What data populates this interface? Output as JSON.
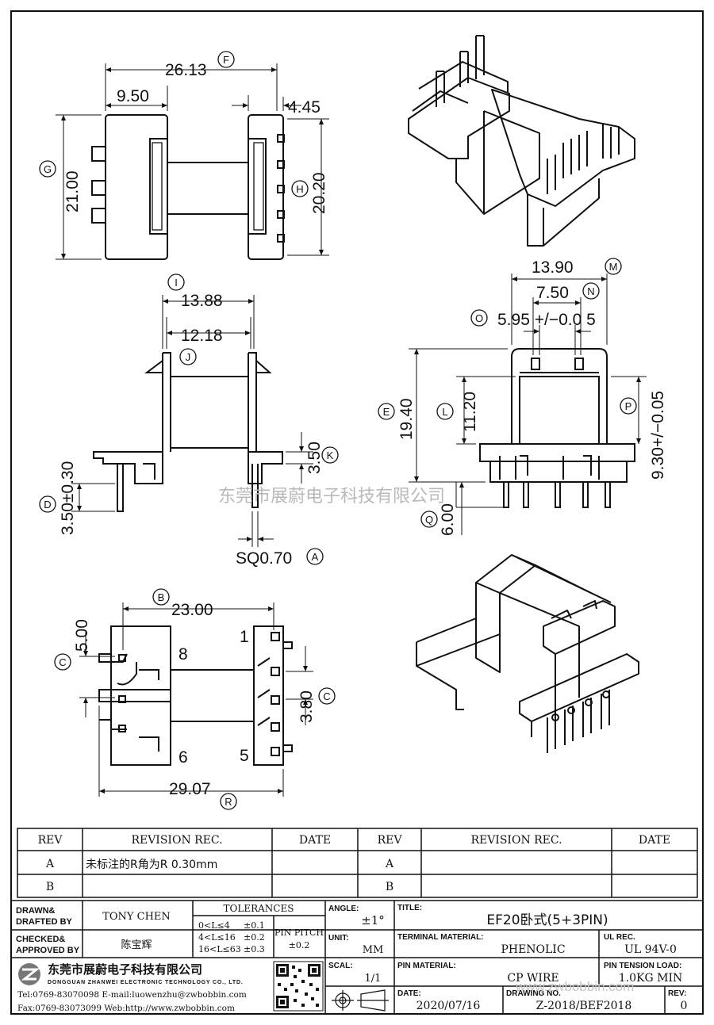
{
  "dimensions": {
    "d_26_13": "26.13",
    "d_9_50": "9.50",
    "d_4_45": "4.45",
    "d_21_00": "21.00",
    "d_20_20": "20.20",
    "d_13_88": "13.88",
    "d_12_18": "12.18",
    "d_3_50": "3.50",
    "d_3_50_tol": "3.50±0.30",
    "d_sq": "SQ0.70",
    "d_13_90": "13.90",
    "d_7_50": "7.50",
    "d_5_95": "5.95 +/−0.0 5",
    "d_19_40": "19.40",
    "d_11_20": "11.20",
    "d_9_30": "9.30+/−0.05",
    "d_6_00": "6.00",
    "d_23_00": "23.00",
    "d_5_00": "5.00",
    "d_3_80": "3.80",
    "d_29_07": "29.07"
  },
  "callouts": {
    "F": "F",
    "G": "G",
    "H": "H",
    "I": "I",
    "J": "J",
    "K": "K",
    "D": "D",
    "A": "A",
    "M": "M",
    "N": "N",
    "O": "O",
    "E": "E",
    "L": "L",
    "P": "P",
    "Q": "Q",
    "B": "B",
    "C1": "C",
    "C2": "C",
    "R": "R"
  },
  "pins": {
    "p1": "1",
    "p8": "8",
    "p6": "6",
    "p5": "5"
  },
  "watermark": "东莞市展蔚电子科技有限公司",
  "revision_table": {
    "headers": [
      "REV",
      "REVISION REC.",
      "DATE",
      "REV",
      "REVISION REC.",
      "DATE"
    ],
    "rows": [
      {
        "rev": "A",
        "rec": "未标注的R角为R 0.30mm",
        "date": "",
        "rev2": "A",
        "rec2": "",
        "date2": ""
      },
      {
        "rev": "B",
        "rec": "",
        "date": "",
        "rev2": "B",
        "rec2": "",
        "date2": ""
      }
    ]
  },
  "title_block": {
    "drawn_label": "DRAWN&\nDRAFTED BY",
    "drawn_value": "TONY CHEN",
    "checked_label": "CHECKED&\nAPPROVED BY",
    "checked_value": "陈宝辉",
    "tolerances_label": "TOLERANCES",
    "tol_rows": [
      {
        "range": "0<L≤4",
        "tol": "±0.1"
      },
      {
        "range": "4<L≤16",
        "tol": "±0.2"
      },
      {
        "range": "16<L≤63",
        "tol": "±0.3"
      }
    ],
    "pin_pitch_label": "PIN PITCH",
    "pin_pitch_value": "±0.2",
    "angle_label": "ANGLE:",
    "angle_value": "±1°",
    "unit_label": "UNIT:",
    "unit_value": "MM",
    "scale_label": "SCAL:",
    "scale_value": "1/1",
    "title_label": "TITLE:",
    "title_value": "EF20卧式(5+3PIN)",
    "terminal_label": "TERMINAL MATERIAL:",
    "terminal_value": "PHENOLIC",
    "ul_label": "UL REC.",
    "ul_value": "UL 94V-0",
    "pin_mat_label": "PIN MATERIAL:",
    "pin_mat_value": "CP WIRE",
    "tension_label": "PIN TENSION LOAD:",
    "tension_value": "1.0KG MIN",
    "date_label": "DATE:",
    "date_value": "2020/07/16",
    "drawing_label": "DRAWING NO.",
    "drawing_value": "Z-2018/BEF2018",
    "rev_label": "REV:",
    "rev_value": "0",
    "company_cn": "东莞市展蔚电子科技有限公司",
    "company_en": "DONGGUAN ZHANWEI ELECTRONIC TECHNOLOGY CO., LTD.",
    "contact_1": "Tel:0769-83070098 E-mail:luowenzhu@zwbobbin.com",
    "contact_2": "Fax:0769-83073099   Web:http://www.zwbobbin.com",
    "site_watermark": "www.zwbobbin.com"
  }
}
